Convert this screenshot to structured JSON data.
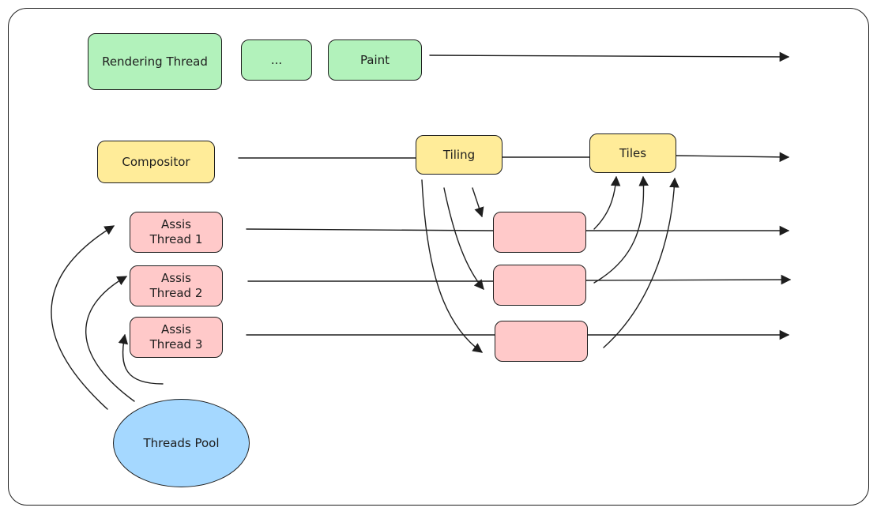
{
  "colors": {
    "green": "#b2f2bb",
    "yellow": "#ffec99",
    "pink": "#ffc9c9",
    "blue": "#a5d8ff",
    "stroke": "#1e1e1e"
  },
  "rendering": {
    "thread": "Rendering Thread",
    "ellipsis": "...",
    "paint": "Paint"
  },
  "compositor": {
    "label": "Compositor",
    "tiling": "Tiling",
    "tiles": "Tiles"
  },
  "assist": [
    {
      "label": "Assis\nThread 1"
    },
    {
      "label": "Assis\nThread 2"
    },
    {
      "label": "Assis\nThread 3"
    }
  ],
  "pool": {
    "label": "Threads Pool"
  }
}
